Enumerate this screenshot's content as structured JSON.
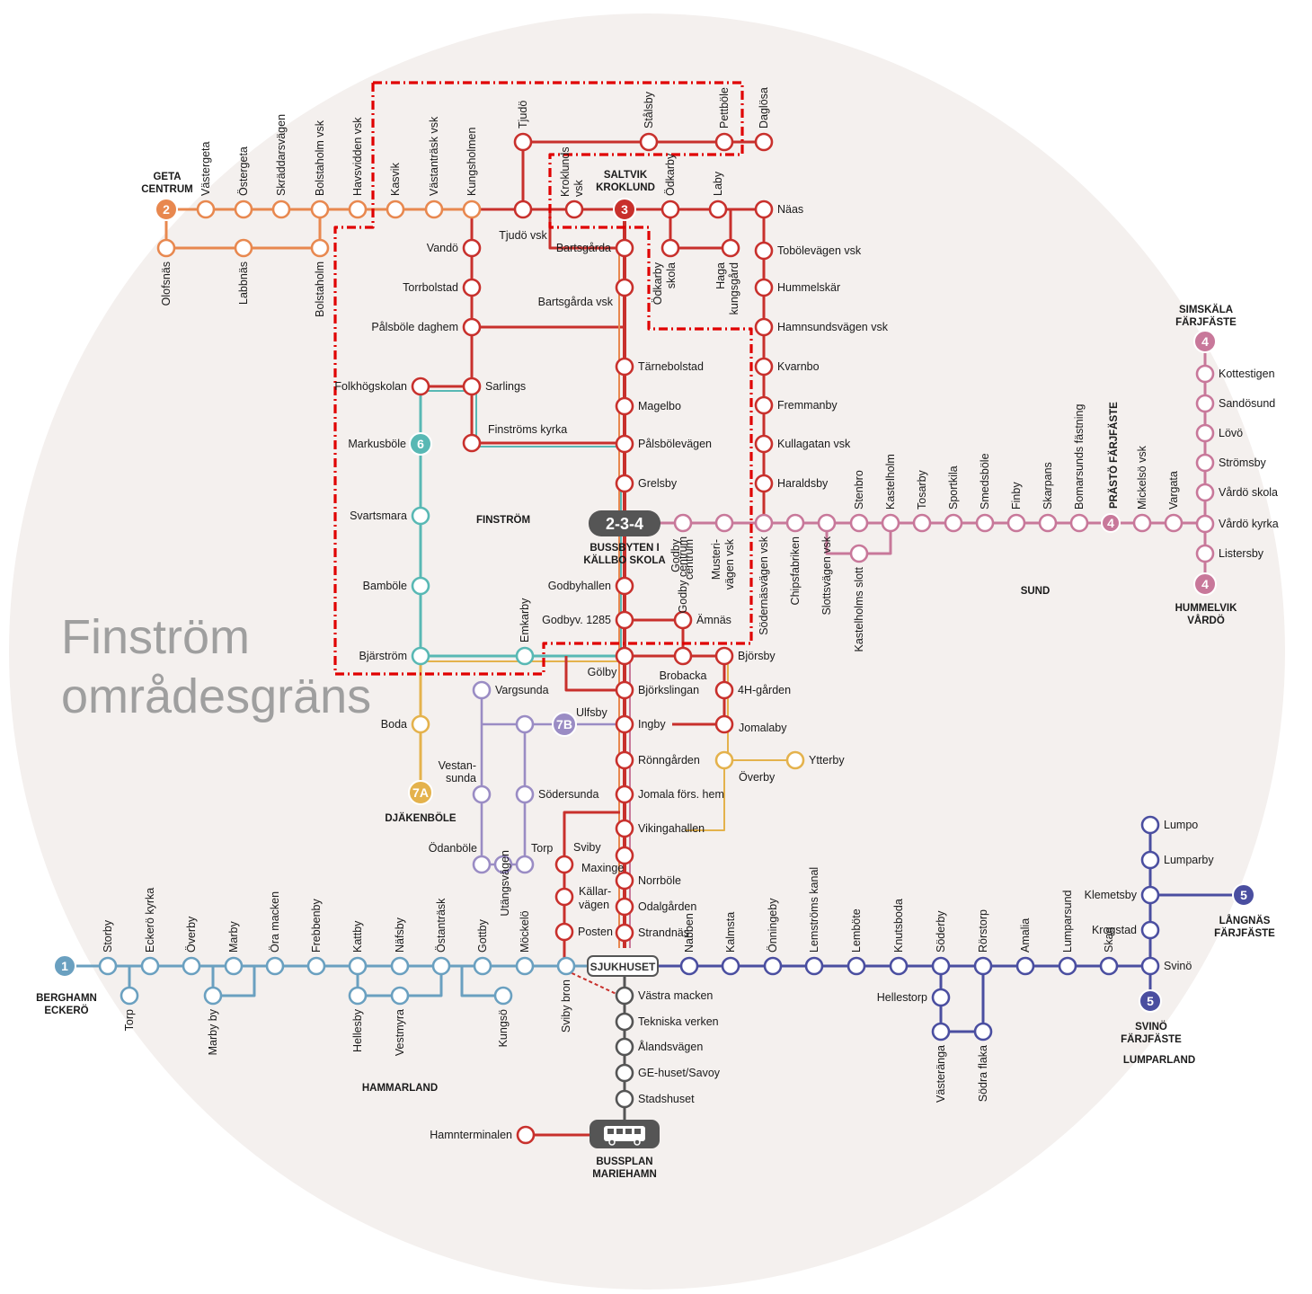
{
  "background_title": [
    "Finström",
    "områdesgräns"
  ],
  "colors": {
    "background_circle": "#f4f0ee",
    "route_1": "#6aa0c0",
    "route_2": "#e8884f",
    "route_3": "#c8302c",
    "route_4": "#c8789a",
    "route_5": "#4a4ea0",
    "route_6": "#58b8b4",
    "route_7A": "#e4b24c",
    "route_7B": "#9a8cc4",
    "town_core": "#555555",
    "area_boundary": "#e00000"
  },
  "hub": {
    "label": "2-3-4",
    "caption": [
      "BUSSBYTEN I",
      "KÄLLBO SKOLA"
    ]
  },
  "sjukhuset": "SJUKHUSET",
  "bus_terminal": {
    "caption": [
      "BUSSPLAN",
      "MARIEHAMN"
    ],
    "icon": "bus-icon"
  },
  "terminals": [
    {
      "num": "1",
      "lines": [
        "BERGHAMN",
        "ECKERÖ"
      ]
    },
    {
      "num": "2",
      "lines": [
        "GETA",
        "CENTRUM"
      ]
    },
    {
      "num": "3",
      "lines": [
        "SALTVIK",
        "KROKLUND"
      ]
    },
    {
      "num": "4",
      "lines": [
        "SIMSKÄLA",
        "FÄRJFÄSTE"
      ]
    },
    {
      "num": "4",
      "lines": [
        "HUMMELVIK",
        "VÅRDÖ"
      ]
    },
    {
      "num": "4",
      "lines": [
        "PRÄSTÖ FÄRJFÄSTE"
      ]
    },
    {
      "num": "5",
      "lines": [
        "LÅNGNÄS",
        "FÄRJFÄSTE"
      ]
    },
    {
      "num": "5",
      "lines": [
        "SVINÖ",
        "FÄRJFÄSTE"
      ]
    },
    {
      "num": "6",
      "lines": []
    },
    {
      "num": "7A",
      "lines": [
        "DJÄKENBÖLE"
      ]
    },
    {
      "num": "7B",
      "lines": []
    }
  ],
  "areas": [
    "FINSTRÖM",
    "SUND",
    "HAMMARLAND",
    "LUMPARLAND"
  ],
  "stops": {
    "route_1": [
      "Storby",
      "Torp",
      "Eckerö kyrka",
      "Överby",
      "Marby",
      "Marby by",
      "Öra macken",
      "Frebbenby",
      "Kattby",
      "Hellesby",
      "Näfsby",
      "Vestmyra",
      "Östanträsk",
      "Gottby",
      "Kungsö",
      "Möckelö",
      "Sviby bron"
    ],
    "route_2": [
      "Västergeta",
      "Östergeta",
      "Skräddarsvägen",
      "Bolstaholm vsk",
      "Havsvidden vsk",
      "Kasvik",
      "Västanträsk vsk",
      "Kungsholmen",
      "Olofsnäs",
      "Labbnäs",
      "Bolstaholm"
    ],
    "route_3_north": [
      "Tjudö",
      "Stålsby",
      "Pettböle",
      "Daglösa",
      "Tjudö vsk",
      "Kroklunds vsk",
      "Ödkarby",
      "Laby",
      "Näas",
      "Ödkarby skola",
      "Haga kungsgård",
      "Tobölevägen vsk",
      "Hummelskär",
      "Hamnsundsvägen vsk",
      "Kvarnbo",
      "Fremmanby",
      "Kullagatan vsk",
      "Haraldsby"
    ],
    "route_3_finstrom": [
      "Vandö",
      "Torrbolstad",
      "Pålsböle daghem",
      "Sarlings",
      "Folkhögskolan",
      "Finströms kyrka",
      "Bartsgårda",
      "Bartsgårda vsk",
      "Tärnebolstad",
      "Magelbo",
      "Pålsbölevägen",
      "Grelsby"
    ],
    "route_trunk": [
      "Godbyhallen",
      "Godbyv. 1285",
      "Ämnäs",
      "Emkarby",
      "Gölby",
      "Brobacka",
      "Björsby",
      "Björkslingan",
      "4H-gården",
      "Ulfsby",
      "Ingby",
      "Jomalaby",
      "Rönngården",
      "Jomala förs. hem",
      "Vikingahallen",
      "Överby",
      "Ytterby",
      "Sviby",
      "Maxinge",
      "Källar-vägen",
      "Posten",
      "Norrböle",
      "Odalgården",
      "Strandnäs"
    ],
    "route_4": [
      "Godby centrum",
      "Musteri-vägen vsk",
      "Södernäsvägen vsk",
      "Chipsfabriken",
      "Stenbro",
      "Slottsvägen vsk",
      "Kastelholm",
      "Kastelholms slott",
      "Tosarby",
      "Sportkila",
      "Smedsböle",
      "Finby",
      "Skarpans",
      "Bomarsunds fästning",
      "Mickelsö vsk",
      "Vargata",
      "Kottestigen",
      "Sandösund",
      "Lövö",
      "Strömsby",
      "Vårdö skola",
      "Vårdö kyrka",
      "Listersby"
    ],
    "route_5": [
      "Nabben",
      "Kalmsta",
      "Önningeby",
      "Lemströms kanal",
      "Lemböte",
      "Knutsboda",
      "Söderby",
      "Hellestorp",
      "Västeränga",
      "Rörstorp",
      "Södra flaka",
      "Amalia",
      "Lumparsund",
      "Skag",
      "Svinö",
      "Krogstad",
      "Klemetsby",
      "Lumparby",
      "Lumpo"
    ],
    "route_6": [
      "Markusböle",
      "Svartsmara",
      "Bamböle",
      "Bjärström"
    ],
    "route_7": [
      "Boda",
      "Vargsunda",
      "Vestan-sunda",
      "Södersunda",
      "Ödanböle",
      "Utängsvägen",
      "Torp"
    ],
    "mariehamn": [
      "Västra macken",
      "Tekniska verken",
      "Ålandsvägen",
      "GE-huset/Savoy",
      "Stadshuset",
      "Hamnterminalen"
    ]
  }
}
